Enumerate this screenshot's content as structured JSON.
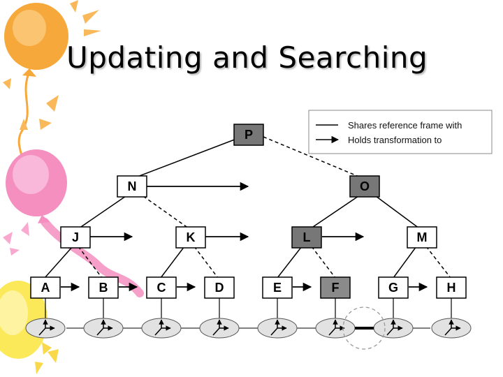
{
  "slide": {
    "title": "Updating and Searching"
  },
  "legend": {
    "shares_label": "Shares reference frame with",
    "holds_label": "Holds transformation to"
  },
  "nodes": {
    "P": "P",
    "N": "N",
    "O": "O",
    "J": "J",
    "K": "K",
    "L": "L",
    "M": "M",
    "A": "A",
    "B": "B",
    "C": "C",
    "D": "D",
    "E": "E",
    "F": "F",
    "G": "G",
    "H": "H"
  },
  "colors": {
    "node_fill": "#ffffff",
    "node_shaded": "#777777",
    "node_light_shaded": "#8a8a8a",
    "frame_fill": "#e2e2e2",
    "balloon_orange": "#f7a83a",
    "balloon_pink": "#f48fc0",
    "balloon_yellow": "#fbe95a"
  }
}
